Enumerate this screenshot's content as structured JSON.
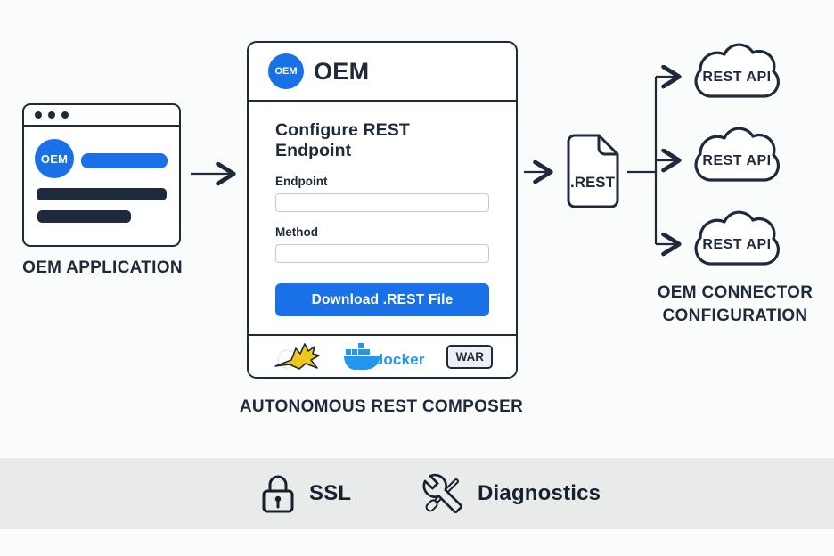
{
  "colors": {
    "accent_blue": "#1a70e6",
    "navy": "#1e2a3b",
    "strip_gray": "#e9eaea",
    "docker_blue": "#2496ed",
    "tomcat_yellow": "#f2c71b",
    "background": "#fafbfb"
  },
  "oem_application": {
    "logo_text": "OEM",
    "caption": "OEM APPLICATION"
  },
  "composer": {
    "logo_text": "OEM",
    "brand": "OEM",
    "heading": "Configure REST Endpoint",
    "endpoint_label": "Endpoint",
    "endpoint_value": "",
    "method_label": "Method",
    "method_value": "",
    "download_button": "Download .REST File",
    "caption": "AUTONOMOUS REST COMPOSER",
    "deploy_targets": {
      "docker_wordmark": "docker",
      "war_label": "WAR"
    }
  },
  "rest_file": {
    "label": ".REST"
  },
  "connector": {
    "caption": "OEM CONNECTOR CONFIGURATION",
    "clouds": [
      {
        "label": "REST API"
      },
      {
        "label": "REST API"
      },
      {
        "label": "REST API"
      }
    ]
  },
  "footer_bar": {
    "ssl_label": "SSL",
    "diagnostics_label": "Diagnostics"
  }
}
